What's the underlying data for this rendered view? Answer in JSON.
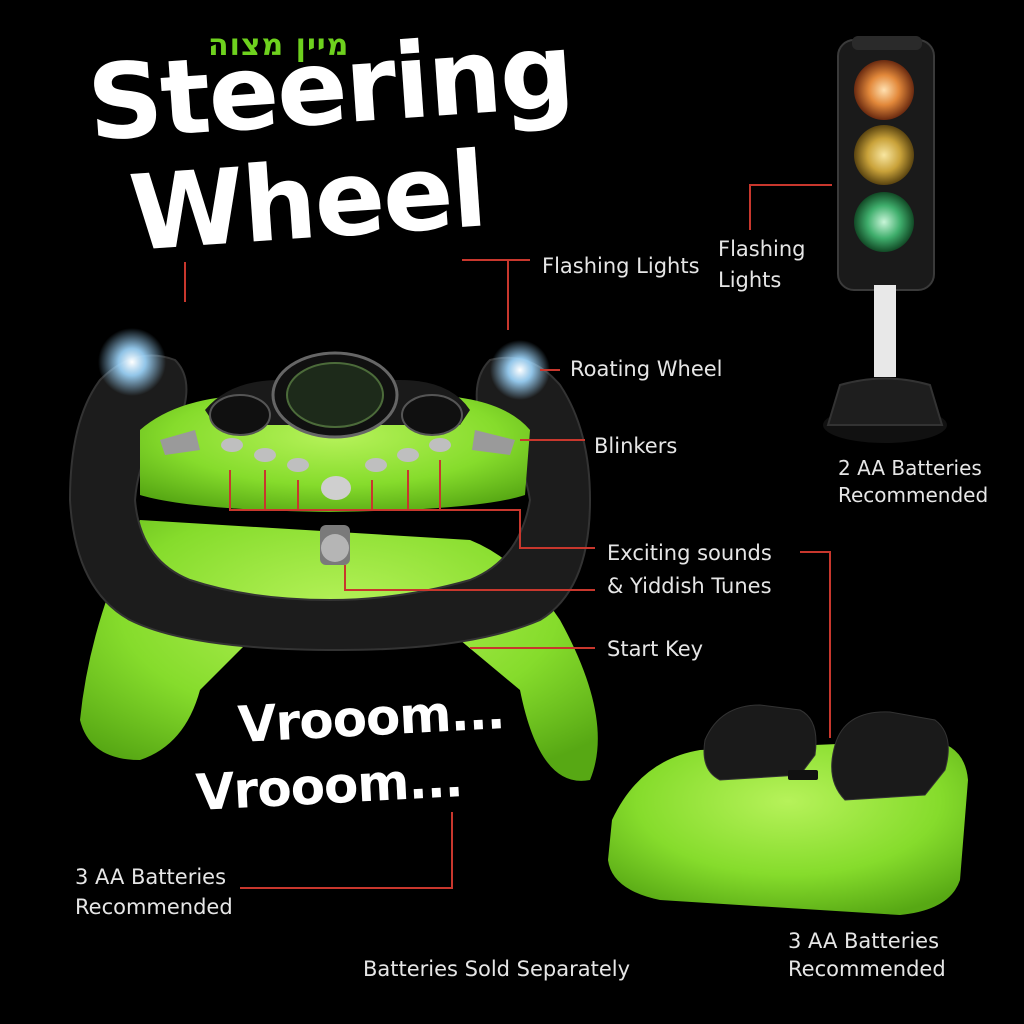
{
  "brand": "מיין מצוה",
  "title_line1": "Steering",
  "title_line2": "Wheel",
  "vroom_line1": "Vrooom...",
  "vroom_line2": "Vrooom...",
  "labels": {
    "flashing_lights": "Flashing Lights",
    "rotating_wheel": "Roating Wheel",
    "blinkers": "Blinkers",
    "sounds_line1": "Exciting sounds",
    "sounds_line2": "& Yiddish Tunes",
    "start_key": "Start Key",
    "traffic_flashing_line1": "Flashing",
    "traffic_flashing_line2": "Lights",
    "traffic_batteries_line1": "2 AA Batteries",
    "traffic_batteries_line2": "Recommended",
    "wheel_batteries_line1": "3 AA Batteries",
    "wheel_batteries_line2": "Recommended",
    "pedal_batteries_line1": "3 AA Batteries",
    "pedal_batteries_line2": "Recommended",
    "sold_separately": "Batteries Sold Separately"
  },
  "colors": {
    "background": "#000000",
    "accent_green": "#7ed321",
    "callout_red": "#c8372d",
    "body_black": "#1c1c1c"
  }
}
